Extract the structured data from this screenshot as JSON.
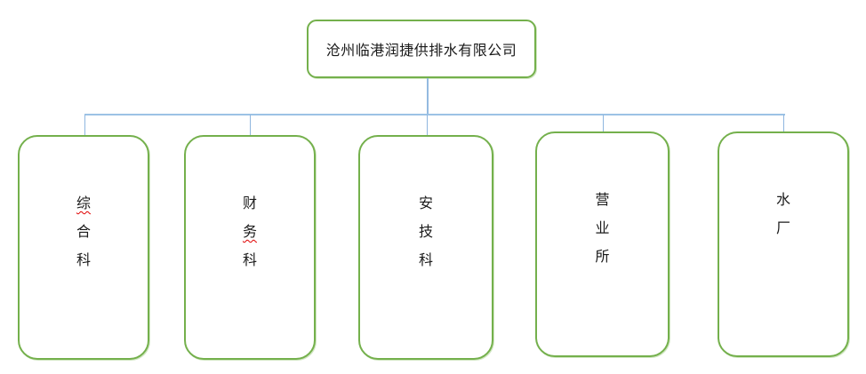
{
  "org_chart": {
    "root": {
      "label": "沧州临港润捷供排水有限公司"
    },
    "departments": [
      {
        "name": "综合科",
        "chars": [
          "综",
          "合",
          "科"
        ],
        "misspelled_chars": [
          "综"
        ]
      },
      {
        "name": "财务科",
        "chars": [
          "财",
          "务",
          "科"
        ],
        "misspelled_chars": [
          "务"
        ]
      },
      {
        "name": "安技科",
        "chars": [
          "安",
          "技",
          "科"
        ],
        "misspelled_chars": []
      },
      {
        "name": "营业所",
        "chars": [
          "营",
          "业",
          "所"
        ],
        "misspelled_chars": []
      },
      {
        "name": "水厂",
        "chars": [
          "水",
          "厂"
        ],
        "misspelled_chars": []
      }
    ],
    "colors": {
      "box_border": "#74b04c",
      "connector": "#94bae0",
      "text": "#1a1a1a",
      "spellcheck_underline": "#e00000"
    }
  }
}
